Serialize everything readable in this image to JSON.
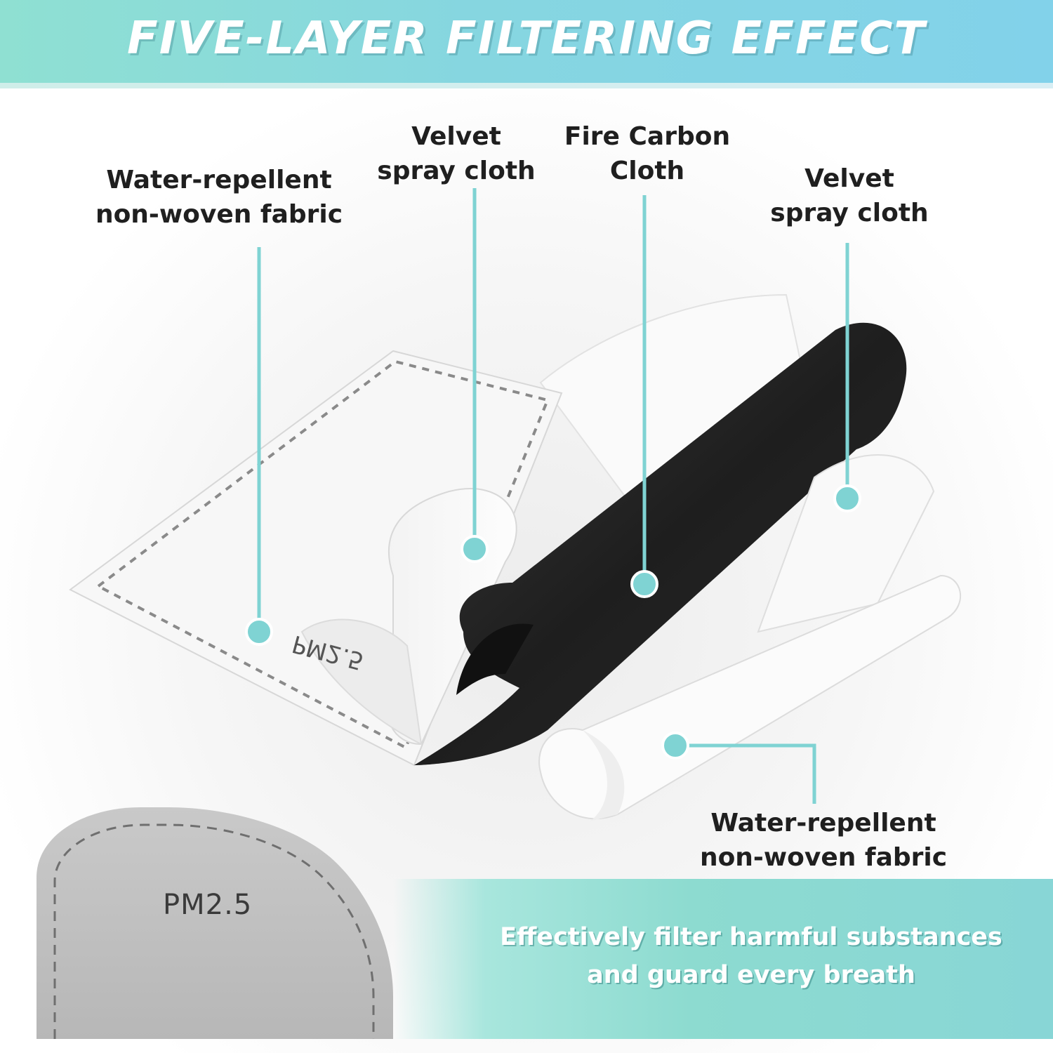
{
  "header": {
    "title": "FIVE-LAYER FILTERING EFFECT"
  },
  "layers": {
    "left_outer": {
      "line1": "Water-repellent",
      "line2": "non-woven fabric"
    },
    "velvet_left": {
      "line1": "Velvet",
      "line2": "spray cloth"
    },
    "carbon": {
      "line1": "Fire Carbon",
      "line2": "Cloth"
    },
    "velvet_right": {
      "line1": "Velvet",
      "line2": "spray cloth"
    },
    "right_outer": {
      "line1": "Water-repellent",
      "line2": "non-woven fabric"
    }
  },
  "filter_pad": {
    "print": "PM2.5",
    "mirrored_print": "PM2.5"
  },
  "footer": {
    "line1": "Effectively filter harmful substances",
    "line2": "and guard every breath"
  },
  "colors": {
    "accent": "#7fd3d3",
    "banner_start": "#8fe0d2",
    "banner_end": "#82d2ea",
    "carbon": "#232323",
    "label_text": "#1f1f1f"
  }
}
